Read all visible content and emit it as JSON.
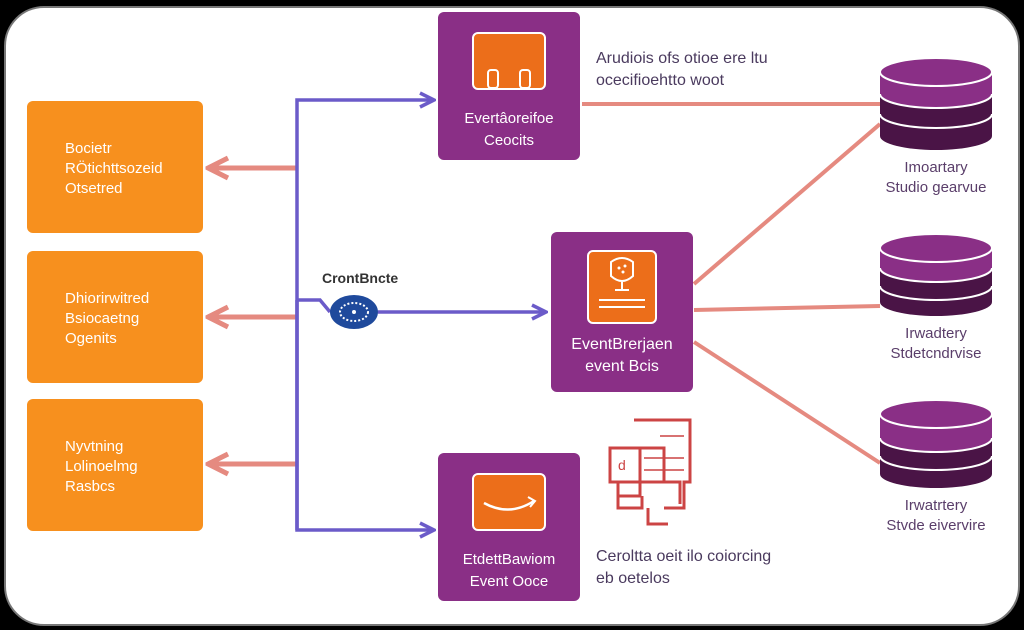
{
  "colors": {
    "orange": "#f7901e",
    "purple": "#8a2f86",
    "dark_purple": "#4a1446",
    "inner_orange": "#ec6e1a",
    "blue_arrow": "#6b5bc9",
    "salmon_line": "#e58a80",
    "hub_blue": "#1f4a9c"
  },
  "left_boxes": [
    {
      "lines": [
        "Bocietr",
        "RÖtichttsozeid",
        "Otsetred"
      ]
    },
    {
      "lines": [
        "Dhiorirwitred",
        "Bsiocaetng",
        "Ogenits"
      ]
    },
    {
      "lines": [
        "Nyvtning",
        "Lolinoelmg",
        "Rasbcs"
      ]
    }
  ],
  "hub": {
    "label": "CrontBncte",
    "icon": "network-hub-icon"
  },
  "top_service": {
    "lines": [
      "Evertâoreifoe",
      "Ceocits"
    ],
    "icon": "terminal-icon"
  },
  "top_note": {
    "lines": [
      "Arudiois ofs otioe ere ltu",
      "ocecifioehtto woot"
    ]
  },
  "mid_service": {
    "lines": [
      "EventBrerjaen",
      "event Bcis"
    ],
    "icon": "event-bus-icon"
  },
  "bottom_service": {
    "lines": [
      "EtdettBawiom",
      "Event Ooce"
    ],
    "icon": "amazon-smile-icon"
  },
  "bottom_note": {
    "lines": [
      "Ceroltta oeit ilo coiorcing",
      "eb oetelos"
    ],
    "icon": "documents-icon"
  },
  "databases": [
    {
      "lines": [
        "Imoartary",
        "Studio gearvue"
      ]
    },
    {
      "lines": [
        "Irwadtery",
        "Stdetcndrvise"
      ]
    },
    {
      "lines": [
        "Irwatrtery",
        "Stvde eivervire"
      ]
    }
  ]
}
